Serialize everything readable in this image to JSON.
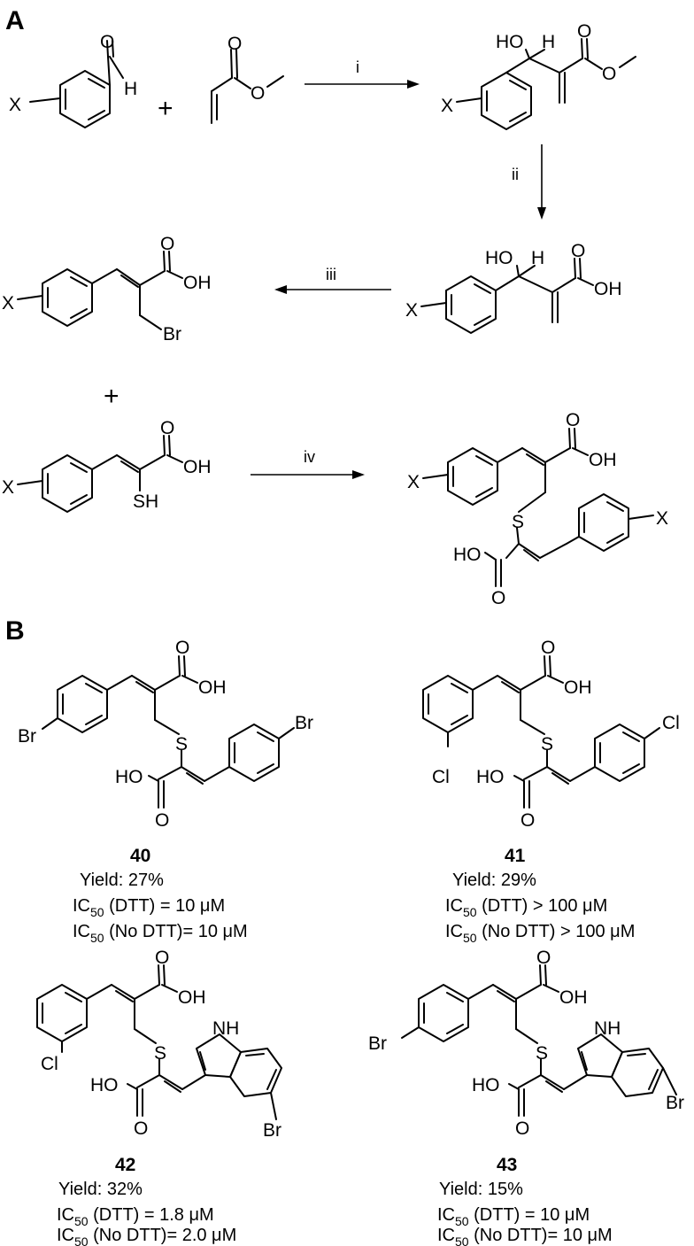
{
  "panels": {
    "a": "A",
    "b": "B"
  },
  "conditions": {
    "i": "i",
    "ii": "ii",
    "iii": "iii",
    "iv": "iv"
  },
  "plus_sign": "+",
  "atoms": {
    "X": "X",
    "H": "H",
    "O": "O",
    "HO": "HO",
    "OH": "OH",
    "S": "S",
    "SH": "SH",
    "Br": "Br",
    "Cl": "Cl",
    "NH": "NH"
  },
  "compounds": [
    {
      "id": "40",
      "yield": "Yield: 27%",
      "ic50_label": "IC",
      "ic50_sub": "50",
      "dtt": " (DTT) = 10 μM",
      "no_dtt": " (No DTT)= 10 μM"
    },
    {
      "id": "41",
      "yield": "Yield: 29%",
      "ic50_label": "IC",
      "ic50_sub": "50",
      "dtt": " (DTT) > 100 μM",
      "no_dtt": " (No DTT) > 100 μM"
    },
    {
      "id": "42",
      "yield": "Yield: 32%",
      "ic50_label": "IC",
      "ic50_sub": "50",
      "dtt": " (DTT) = 1.8 μM",
      "no_dtt": " (No DTT)= 2.0 μM"
    },
    {
      "id": "43",
      "yield": "Yield: 15%",
      "ic50_label": "IC",
      "ic50_sub": "50",
      "dtt": " (DTT) = 10 μM",
      "no_dtt": " (No DTT)= 10 μM"
    }
  ]
}
